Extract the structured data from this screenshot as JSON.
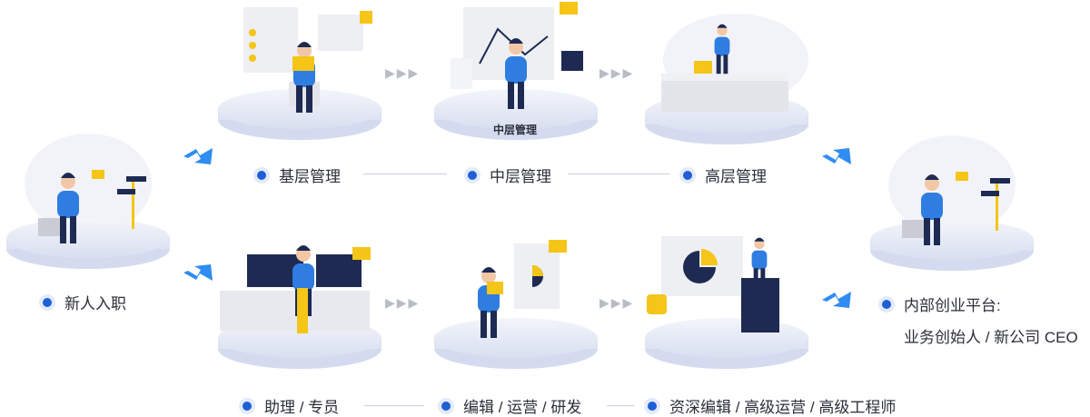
{
  "stages": {
    "start": {
      "label": "新人入职"
    },
    "top": [
      {
        "label": "基层管理"
      },
      {
        "label": "中层管理",
        "platform_text": "中层管理"
      },
      {
        "label": "高层管理"
      }
    ],
    "bottom": [
      {
        "label": "助理 / 专员"
      },
      {
        "label": "编辑 / 运营 / 研发"
      },
      {
        "label": "资深编辑 / 高级运营 / 高级工程师"
      }
    ],
    "end": {
      "label": "内部创业平台:",
      "sublabel": "业务创始人 / 新公司 CEO"
    }
  },
  "colors": {
    "accent": "#1f5fd6",
    "figure": "#2f7de1",
    "yellow": "#f5c518",
    "navy": "#1e2a52",
    "platform": "#e6eaf5"
  }
}
